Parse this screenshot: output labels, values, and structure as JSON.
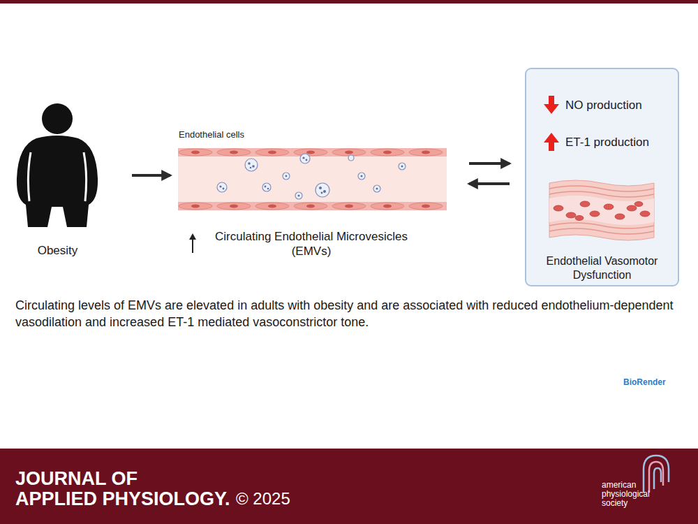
{
  "diagram": {
    "caption": "Circulating levels of EMVs are elevated in adults with obesity and are associated with reduced endothelium-dependent vasodilation and increased ET-1 mediated vasoconstrictor tone.",
    "nodes": [
      {
        "text": [
          "Obesity"
        ]
      },
      {
        "text": [
          "Endothelial cells",
          "Circulating Endothelial Microvesicles (EMVs)"
        ]
      },
      {
        "text": [
          "NO production",
          "ET-1 production",
          "Endothelial Vasomotor Dysfunction"
        ]
      }
    ],
    "edges": [
      {
        "from": 0,
        "to": 1,
        "arrow": "to"
      },
      {
        "from": 1,
        "to": 2,
        "arrow": "to"
      },
      {
        "from": 2,
        "to": 1,
        "arrow": "to"
      }
    ],
    "labels": [
      "JOURNAL OF",
      "APPLIED PHYSIOLOGY.",
      "© 2025",
      "american physiological society",
      "BioRender"
    ]
  }
}
